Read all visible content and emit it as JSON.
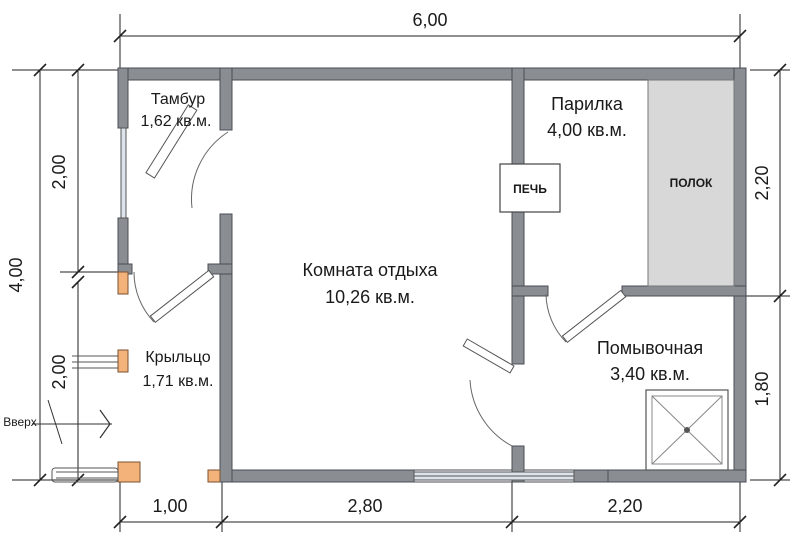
{
  "dimensions": {
    "top_total": "6,00",
    "left_total": "4,00",
    "left_upper": "2,00",
    "left_lower": "2,00",
    "right_upper": "2,20",
    "right_lower": "1,80",
    "bottom_1": "1,00",
    "bottom_2": "2,80",
    "bottom_3": "2,20"
  },
  "rooms": {
    "tambur": {
      "name": "Тамбур",
      "area": "1,62 кв.м."
    },
    "komnata": {
      "name": "Комната  отдыха",
      "area": "10,26 кв.м."
    },
    "parilka": {
      "name": "Парилка",
      "area": "4,00 кв.м."
    },
    "pomyvochnaya": {
      "name": "Помывочная",
      "area": "3,40 кв.м."
    },
    "kryltso": {
      "name": "Крыльцо",
      "area": "1,71 кв.м."
    }
  },
  "fixtures": {
    "pech": "ПЕЧЬ",
    "polok": "ПОЛОК"
  },
  "annotations": {
    "up": "Вверх"
  }
}
